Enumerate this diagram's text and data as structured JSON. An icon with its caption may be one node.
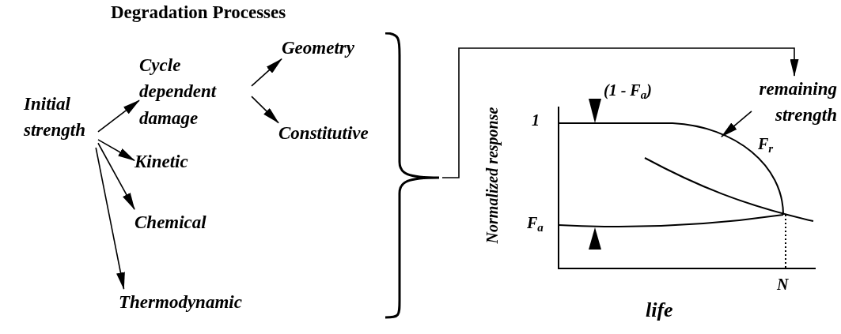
{
  "diagram": {
    "title": "Degradation Processes",
    "nodes": [
      {
        "text": [
          "Initial strength"
        ]
      },
      {
        "text": [
          "Cycle dependent damage"
        ]
      },
      {
        "text": [
          "Geometry"
        ]
      },
      {
        "text": [
          "Constitutive"
        ]
      },
      {
        "text": [
          "Kinetic"
        ]
      },
      {
        "text": [
          "Chemical"
        ]
      },
      {
        "text": [
          "Thermodynamic"
        ]
      },
      {
        "text": [
          "remaining strength"
        ]
      },
      {
        "text": [],
        "shape": "bracket"
      },
      {
        "text": [],
        "shape": "curve"
      }
    ],
    "edges": [
      {
        "from": 0,
        "to": 1,
        "arrow": "to"
      },
      {
        "from": 0,
        "to": 4,
        "arrow": "to"
      },
      {
        "from": 0,
        "to": 5,
        "arrow": "to"
      },
      {
        "from": 0,
        "to": 6,
        "arrow": "to"
      },
      {
        "from": 1,
        "to": 2,
        "arrow": "to"
      },
      {
        "from": 1,
        "to": 3,
        "arrow": "to"
      },
      {
        "from": 8,
        "to": 7,
        "arrow": "to"
      },
      {
        "from": 7,
        "to": 9,
        "arrow": "to"
      }
    ],
    "labels": [
      "Normalized response",
      "1",
      "F$_{a}$",
      "(1 - F$_{a}$)",
      "F$_{r}$",
      "N",
      "life"
    ]
  }
}
